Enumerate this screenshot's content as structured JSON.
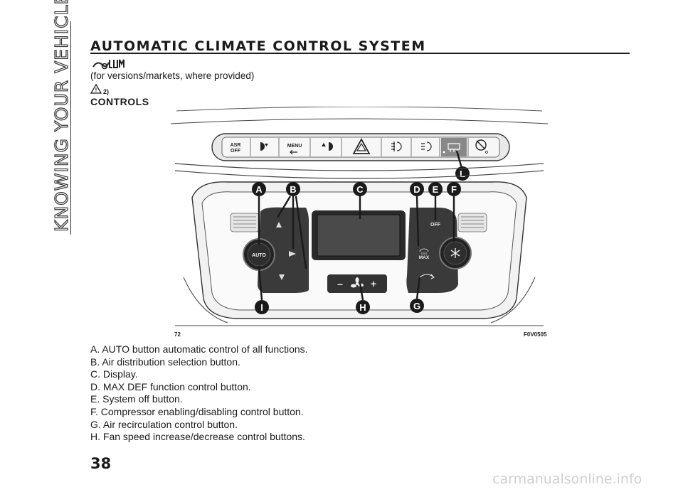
{
  "side_tab": {
    "label": "KNOWING YOUR VEHICLE"
  },
  "page_number": "38",
  "section_title": "AUTOMATIC CLIMATE CONTROL SYSTEM",
  "versions_note": "(for versions/markets, where provided)",
  "warning_ref": "2)",
  "controls_heading": "CONTROLS",
  "figure": {
    "number": "72",
    "code": "F0V0505",
    "top_buttons": [
      "ASR OFF",
      "MENU"
    ],
    "center_buttons": [
      "AUTO",
      "OFF",
      "MAX"
    ],
    "fan_minus": "–",
    "fan_plus": "+",
    "callouts": [
      "A",
      "B",
      "C",
      "D",
      "E",
      "F",
      "G",
      "H",
      "I",
      "L"
    ],
    "callout_color": "#1a1a1a"
  },
  "legend": [
    "A. AUTO button automatic control of all functions.",
    "B. Air distribution selection button.",
    "C. Display.",
    "D. MAX DEF function control button.",
    "E. System off button.",
    "F. Compressor enabling/disabling control button.",
    "G. Air recirculation control button.",
    "H. Fan speed increase/decrease control buttons."
  ],
  "footer": {
    "watermark": "carmanualsonline.info"
  }
}
